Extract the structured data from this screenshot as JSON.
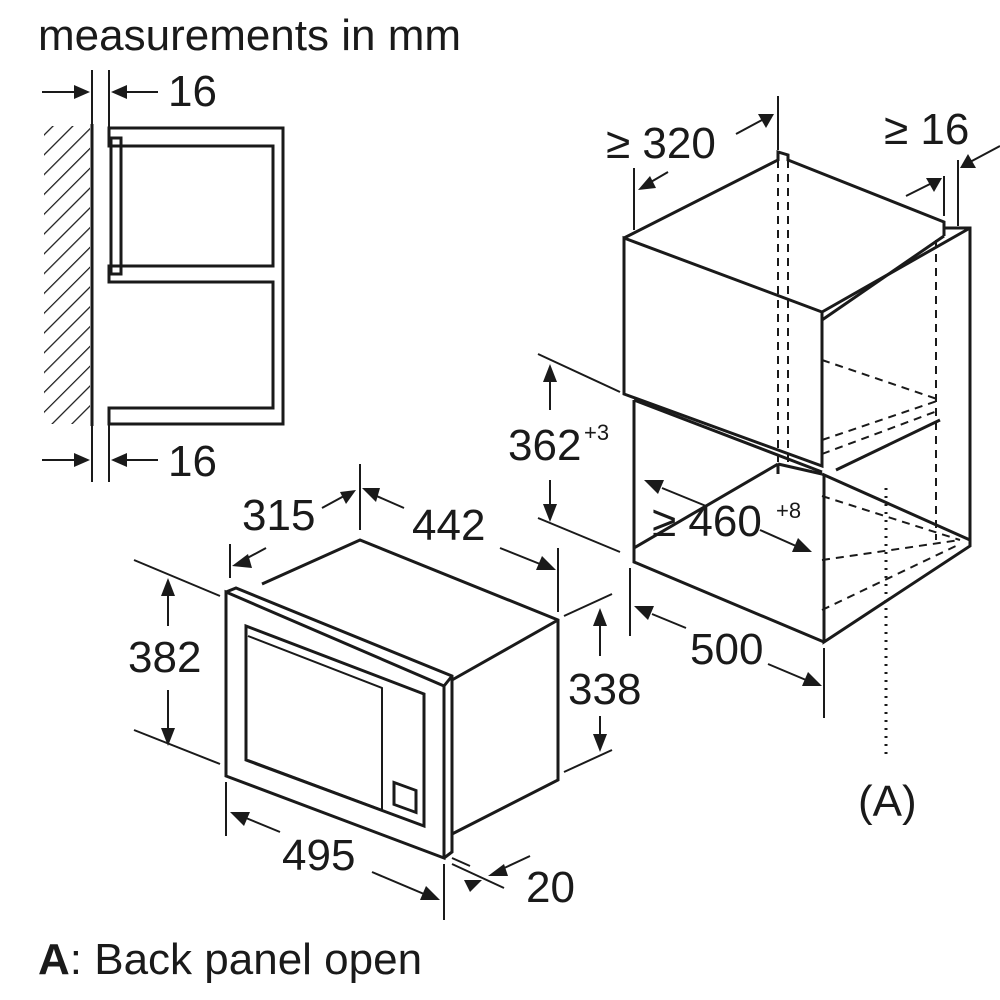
{
  "title": "measurements in mm",
  "legend": {
    "key": "A",
    "sep": ": ",
    "text": "Back panel open"
  },
  "side_view": {
    "gap_top": "16",
    "gap_bottom": "16"
  },
  "cabinet": {
    "width_min": "≥ 320",
    "back_gap_min": "≥ 16",
    "height": "362",
    "height_tol": "+3",
    "depth_min": "≥ 460",
    "depth_tol": "+8",
    "width": "500",
    "back_marker": "(A)"
  },
  "microwave": {
    "depth": "315",
    "width": "442",
    "height_frame": "382",
    "height_body": "338",
    "width_frame": "495",
    "frame_depth": "20"
  }
}
